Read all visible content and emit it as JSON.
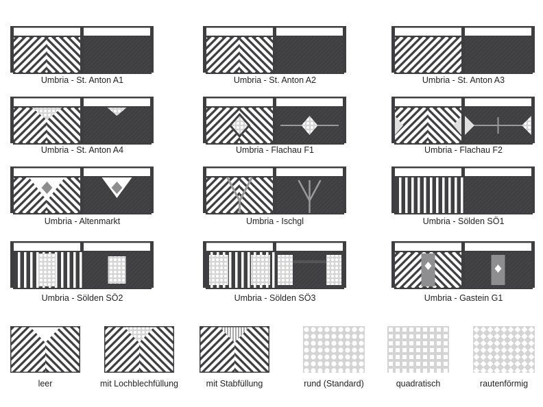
{
  "railings": [
    {
      "name": "Umbria - St. Anton A1",
      "pattern": "chevron",
      "insert": "none"
    },
    {
      "name": "Umbria - St. Anton A2",
      "pattern": "chevron",
      "insert": "none"
    },
    {
      "name": "Umbria - St. Anton A3",
      "pattern": "diagonal",
      "insert": "none"
    },
    {
      "name": "Umbria - St. Anton A4",
      "pattern": "chevron",
      "insert": "triangle-perforated"
    },
    {
      "name": "Umbria - Flachau F1",
      "pattern": "diamond-center",
      "insert": "diamond"
    },
    {
      "name": "Umbria - Flachau F2",
      "pattern": "star-x",
      "insert": "side-triangles"
    },
    {
      "name": "Umbria - Altenmarkt",
      "pattern": "chevron",
      "insert": "triangle-with-diamond"
    },
    {
      "name": "Umbria - Ischgl",
      "pattern": "chevron",
      "insert": "y-bars"
    },
    {
      "name": "Umbria - Sölden SÖ1",
      "pattern": "vertical",
      "insert": "none"
    },
    {
      "name": "Umbria - Sölden SÖ2",
      "pattern": "vertical",
      "insert": "perforated-panel"
    },
    {
      "name": "Umbria - Sölden SÖ3",
      "pattern": "vertical",
      "insert": "perforated-panels"
    },
    {
      "name": "Umbria - Gastein G1",
      "pattern": "chevron",
      "insert": "center-plate"
    }
  ],
  "fill_options": [
    {
      "label": "leer",
      "type": "empty"
    },
    {
      "label": "mit Lochblechfüllung",
      "type": "perforated"
    },
    {
      "label": "mit Stabfüllung",
      "type": "bars"
    }
  ],
  "perforation_patterns": [
    {
      "label": "rund (Standard)",
      "type": "round"
    },
    {
      "label": "quadratisch",
      "type": "square"
    },
    {
      "label": "rautenförmig",
      "type": "diamond"
    }
  ],
  "colors": {
    "frame": "#3e3e40",
    "panel": "#404043",
    "slat": "#ffffff",
    "perforation": "#c9c9c9"
  }
}
